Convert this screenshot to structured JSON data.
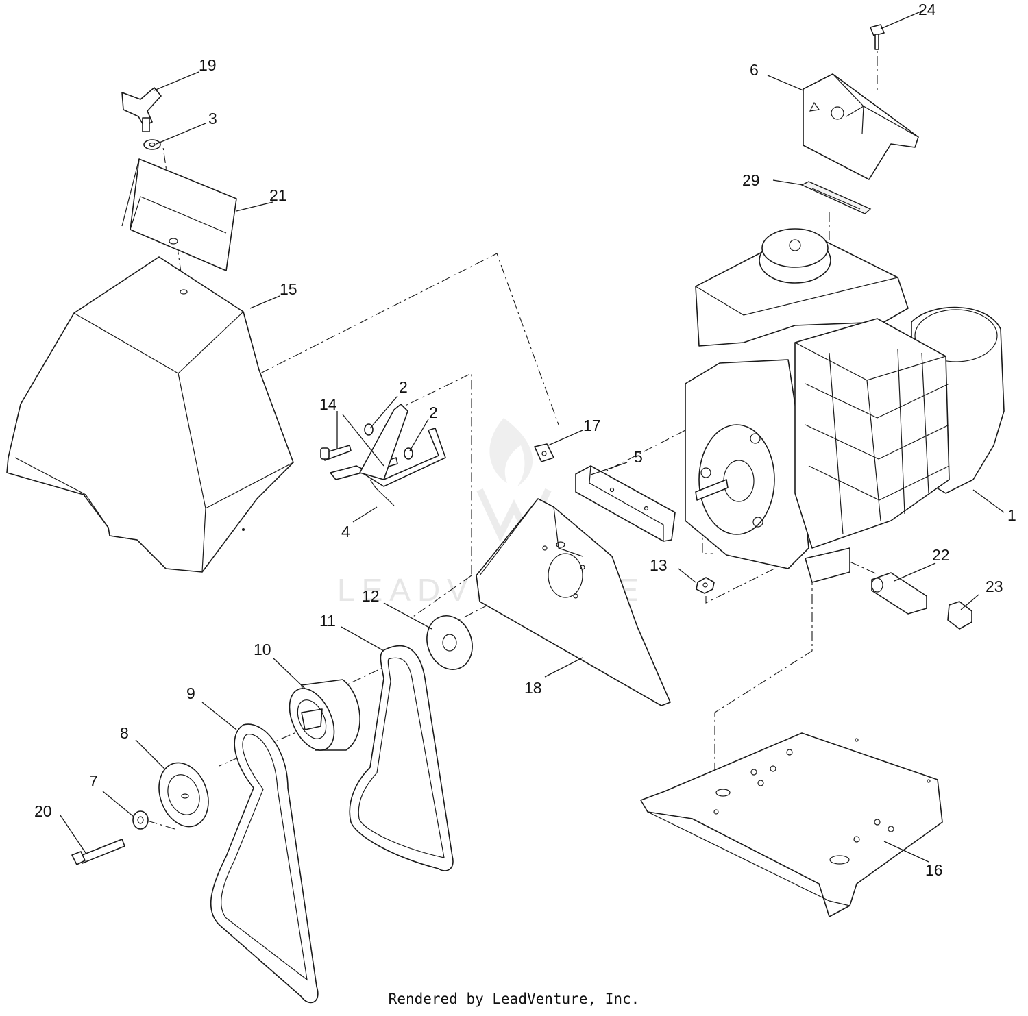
{
  "diagram": {
    "watermark": "LEADVENTURE",
    "footer": "Rendered by LeadVenture, Inc.",
    "callouts": [
      {
        "id": "c1",
        "label": "1"
      },
      {
        "id": "c2a",
        "label": "2"
      },
      {
        "id": "c2b",
        "label": "2"
      },
      {
        "id": "c3",
        "label": "3"
      },
      {
        "id": "c4",
        "label": "4"
      },
      {
        "id": "c5",
        "label": "5"
      },
      {
        "id": "c6",
        "label": "6"
      },
      {
        "id": "c7",
        "label": "7"
      },
      {
        "id": "c8",
        "label": "8"
      },
      {
        "id": "c9",
        "label": "9"
      },
      {
        "id": "c10",
        "label": "10"
      },
      {
        "id": "c11",
        "label": "11"
      },
      {
        "id": "c12",
        "label": "12"
      },
      {
        "id": "c13",
        "label": "13"
      },
      {
        "id": "c14",
        "label": "14"
      },
      {
        "id": "c15",
        "label": "15"
      },
      {
        "id": "c16",
        "label": "16"
      },
      {
        "id": "c17",
        "label": "17"
      },
      {
        "id": "c18",
        "label": "18"
      },
      {
        "id": "c19",
        "label": "19"
      },
      {
        "id": "c20",
        "label": "20"
      },
      {
        "id": "c21",
        "label": "21"
      },
      {
        "id": "c22",
        "label": "22"
      },
      {
        "id": "c23",
        "label": "23"
      },
      {
        "id": "c24",
        "label": "24"
      },
      {
        "id": "c29",
        "label": "29"
      }
    ]
  }
}
